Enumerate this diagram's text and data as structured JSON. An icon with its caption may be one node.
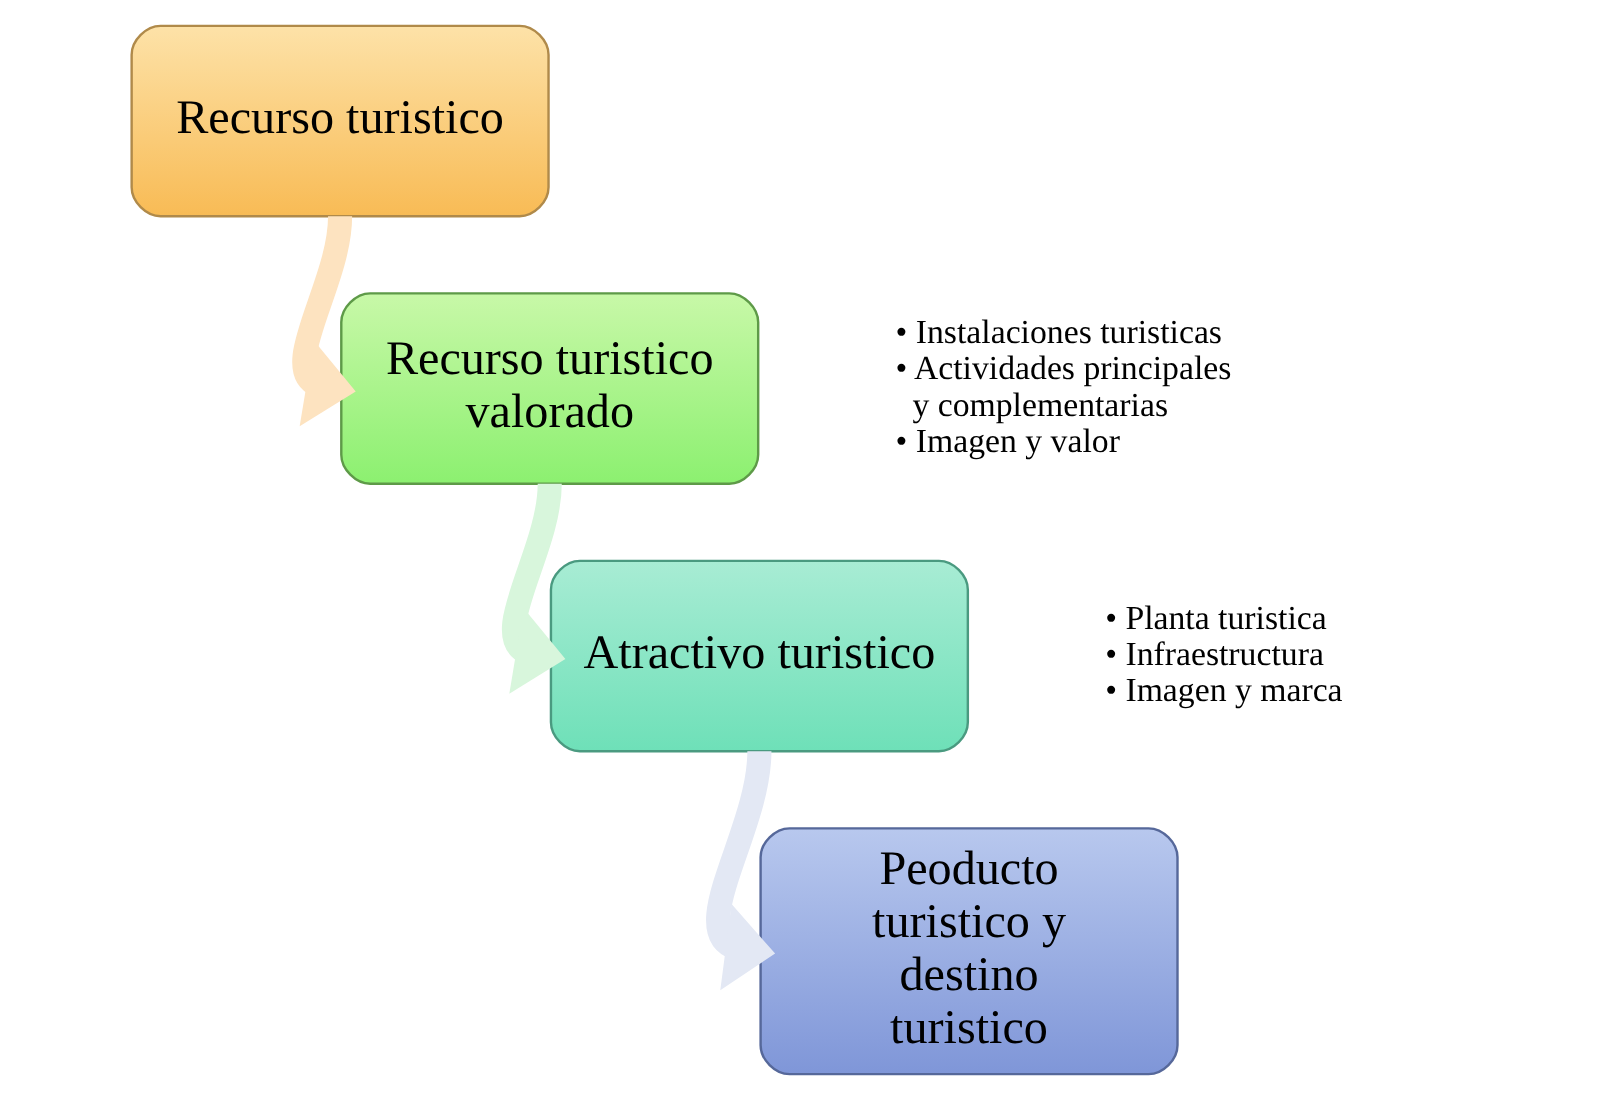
{
  "diagram": {
    "nodes": [
      {
        "text": [
          "Recurso turistico"
        ]
      },
      {
        "text": [
          "Recurso turistico valorado"
        ],
        "beside": [
          "• Instalaciones turisticas",
          "• Actividades principales y complementarias",
          "• Imagen y valor"
        ]
      },
      {
        "text": [
          "Atractivo turistico"
        ],
        "beside": [
          "• Planta turistica",
          "• Infraestructura",
          "• Imagen y marca"
        ]
      },
      {
        "text": [
          "Peoducto turistico y destino turistico"
        ]
      }
    ],
    "edges": [
      {
        "from": 0,
        "to": 1,
        "arrow": "to",
        "color": "#fde3c0"
      },
      {
        "from": 1,
        "to": 2,
        "arrow": "to",
        "color": "#d8f6dc"
      },
      {
        "from": 2,
        "to": 3,
        "arrow": "to",
        "color": "#e3e8f4"
      }
    ]
  }
}
